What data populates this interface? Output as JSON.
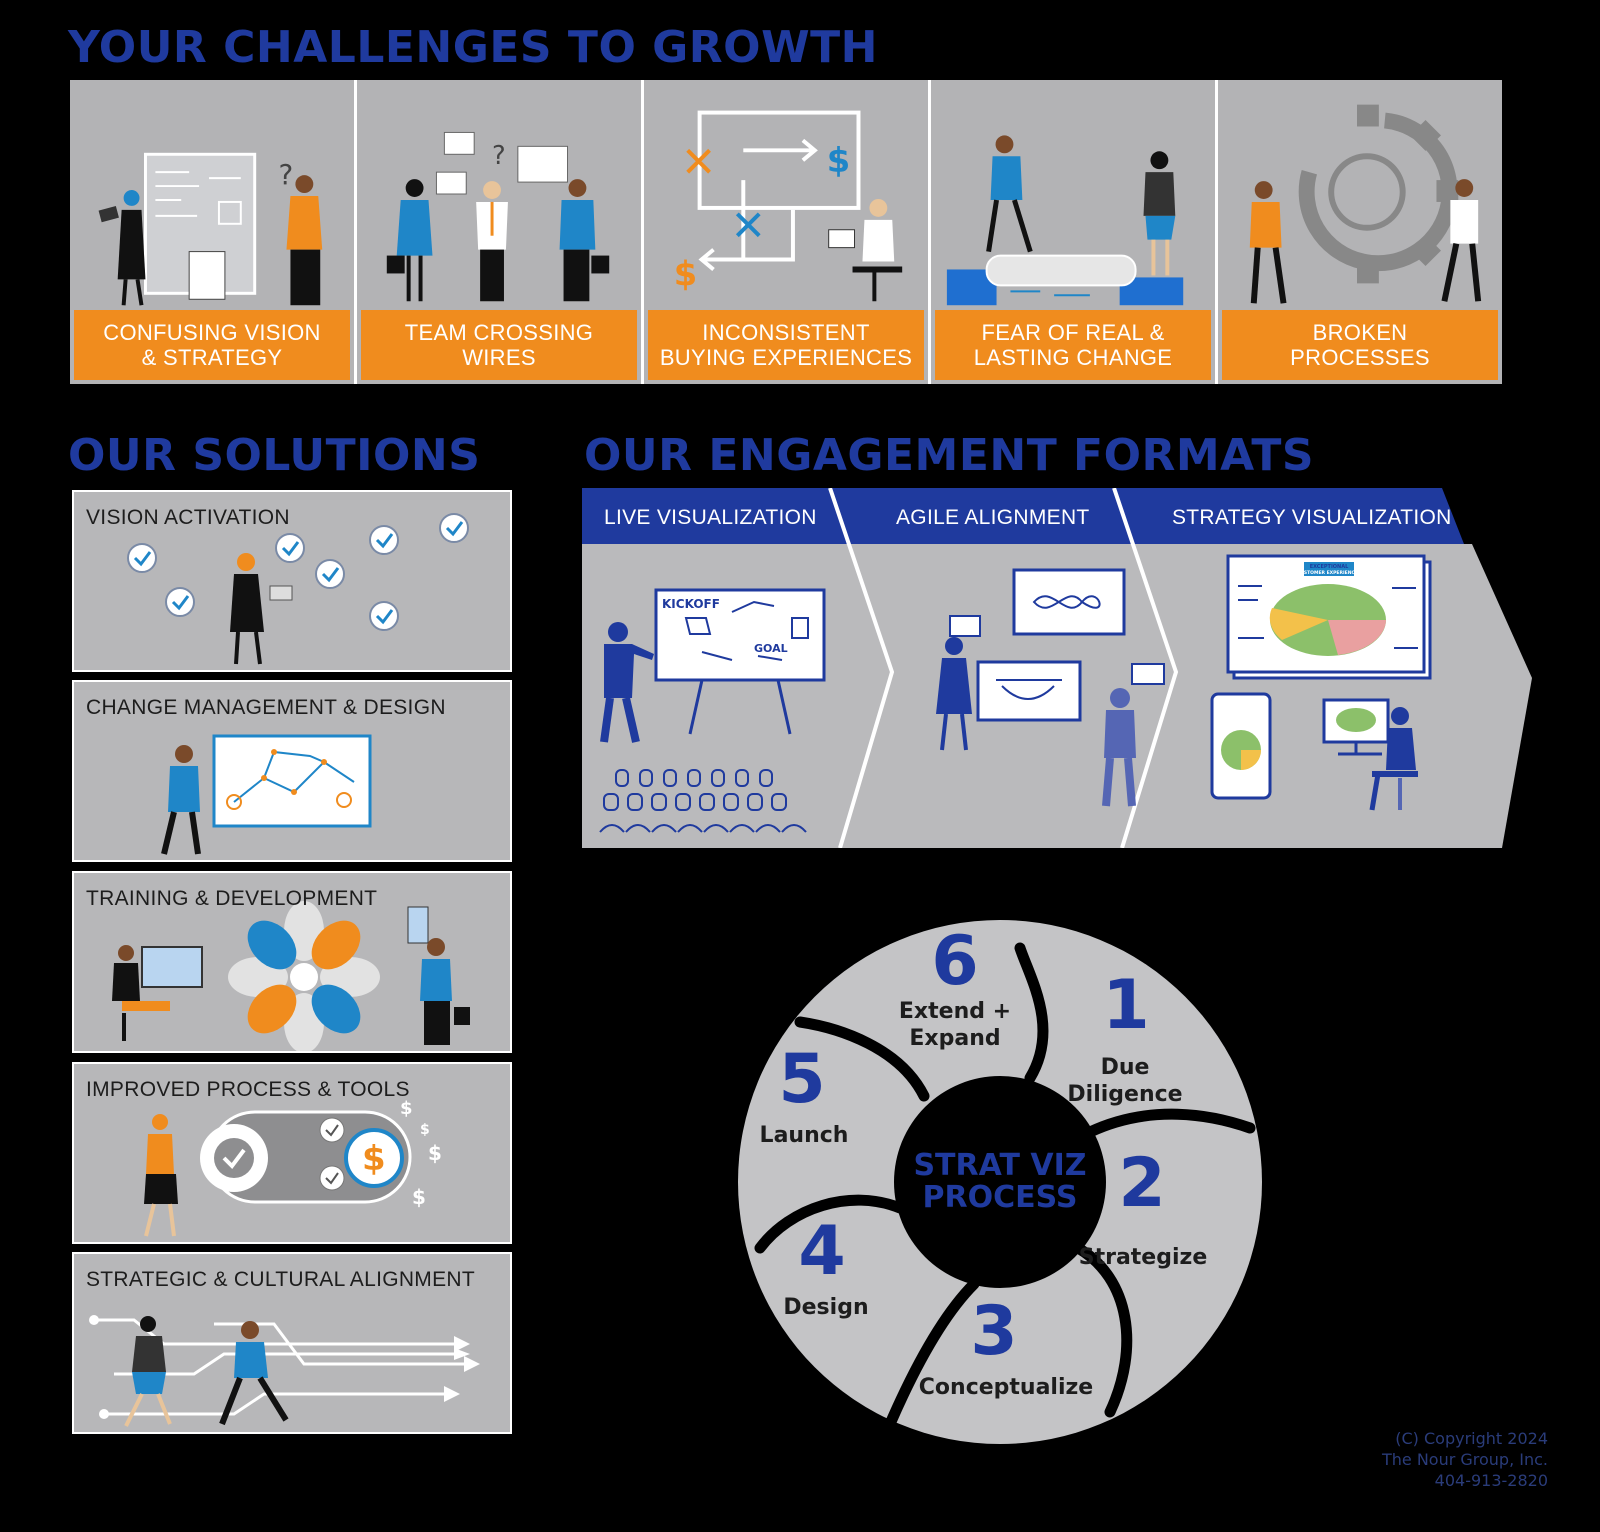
{
  "headings": {
    "challenges": "YOUR CHALLENGES TO GROWTH",
    "solutions": "OUR SOLUTIONS",
    "engagement": "OUR ENGAGEMENT FORMATS"
  },
  "challenges": [
    {
      "line1": "CONFUSING VISION",
      "line2": "& STRATEGY",
      "icon": "whiteboard-confusion-icon"
    },
    {
      "line1": "TEAM CROSSING",
      "line2": "WIRES",
      "icon": "team-handshake-icon"
    },
    {
      "line1": "INCONSISTENT",
      "line2": "BUYING EXPERIENCES",
      "icon": "flow-loop-icon"
    },
    {
      "line1": "FEAR OF REAL &",
      "line2": "LASTING CHANGE",
      "icon": "log-bridge-icon"
    },
    {
      "line1": "BROKEN",
      "line2": "PROCESSES",
      "icon": "broken-gear-icon"
    }
  ],
  "solutions": [
    {
      "title": "VISION ACTIVATION",
      "icon": "checkmarks-icon"
    },
    {
      "title": "CHANGE MANAGEMENT & DESIGN",
      "icon": "network-board-icon"
    },
    {
      "title": "TRAINING & DEVELOPMENT",
      "icon": "petal-diagram-icon"
    },
    {
      "title": "IMPROVED PROCESS & TOOLS",
      "icon": "gear-dollar-icon"
    },
    {
      "title": "STRATEGIC & CULTURAL ALIGNMENT",
      "icon": "arrow-paths-icon"
    }
  ],
  "engagement": [
    {
      "label": "LIVE VISUALIZATION",
      "board_text_1": "KICKOFF",
      "board_text_2": "GOAL"
    },
    {
      "label": "AGILE ALIGNMENT"
    },
    {
      "label": "STRATEGY VISUALIZATION",
      "board_text_1": "EXCEPTIONAL",
      "board_text_2": "CUSTOMER EXPERIENCES"
    }
  ],
  "cycle": {
    "center_line1": "STRAT VIZ",
    "center_line2": "PROCESS",
    "steps": [
      {
        "num": "1",
        "line1": "Due",
        "line2": "Diligence"
      },
      {
        "num": "2",
        "line1": "Strategize",
        "line2": ""
      },
      {
        "num": "3",
        "line1": "Conceptualize",
        "line2": ""
      },
      {
        "num": "4",
        "line1": "Design",
        "line2": ""
      },
      {
        "num": "5",
        "line1": "Launch",
        "line2": ""
      },
      {
        "num": "6",
        "line1": "Extend +",
        "line2": "Expand"
      }
    ]
  },
  "copyright": {
    "line1": "(C) Copyright 2024",
    "line2": "The Nour Group, Inc.",
    "line3": "404-913-2820"
  },
  "colors": {
    "brand_blue": "#1f3a9e",
    "orange": "#f08c1e",
    "panel_gray": "#b3b3b5",
    "accent_blue": "#1f86c8"
  }
}
